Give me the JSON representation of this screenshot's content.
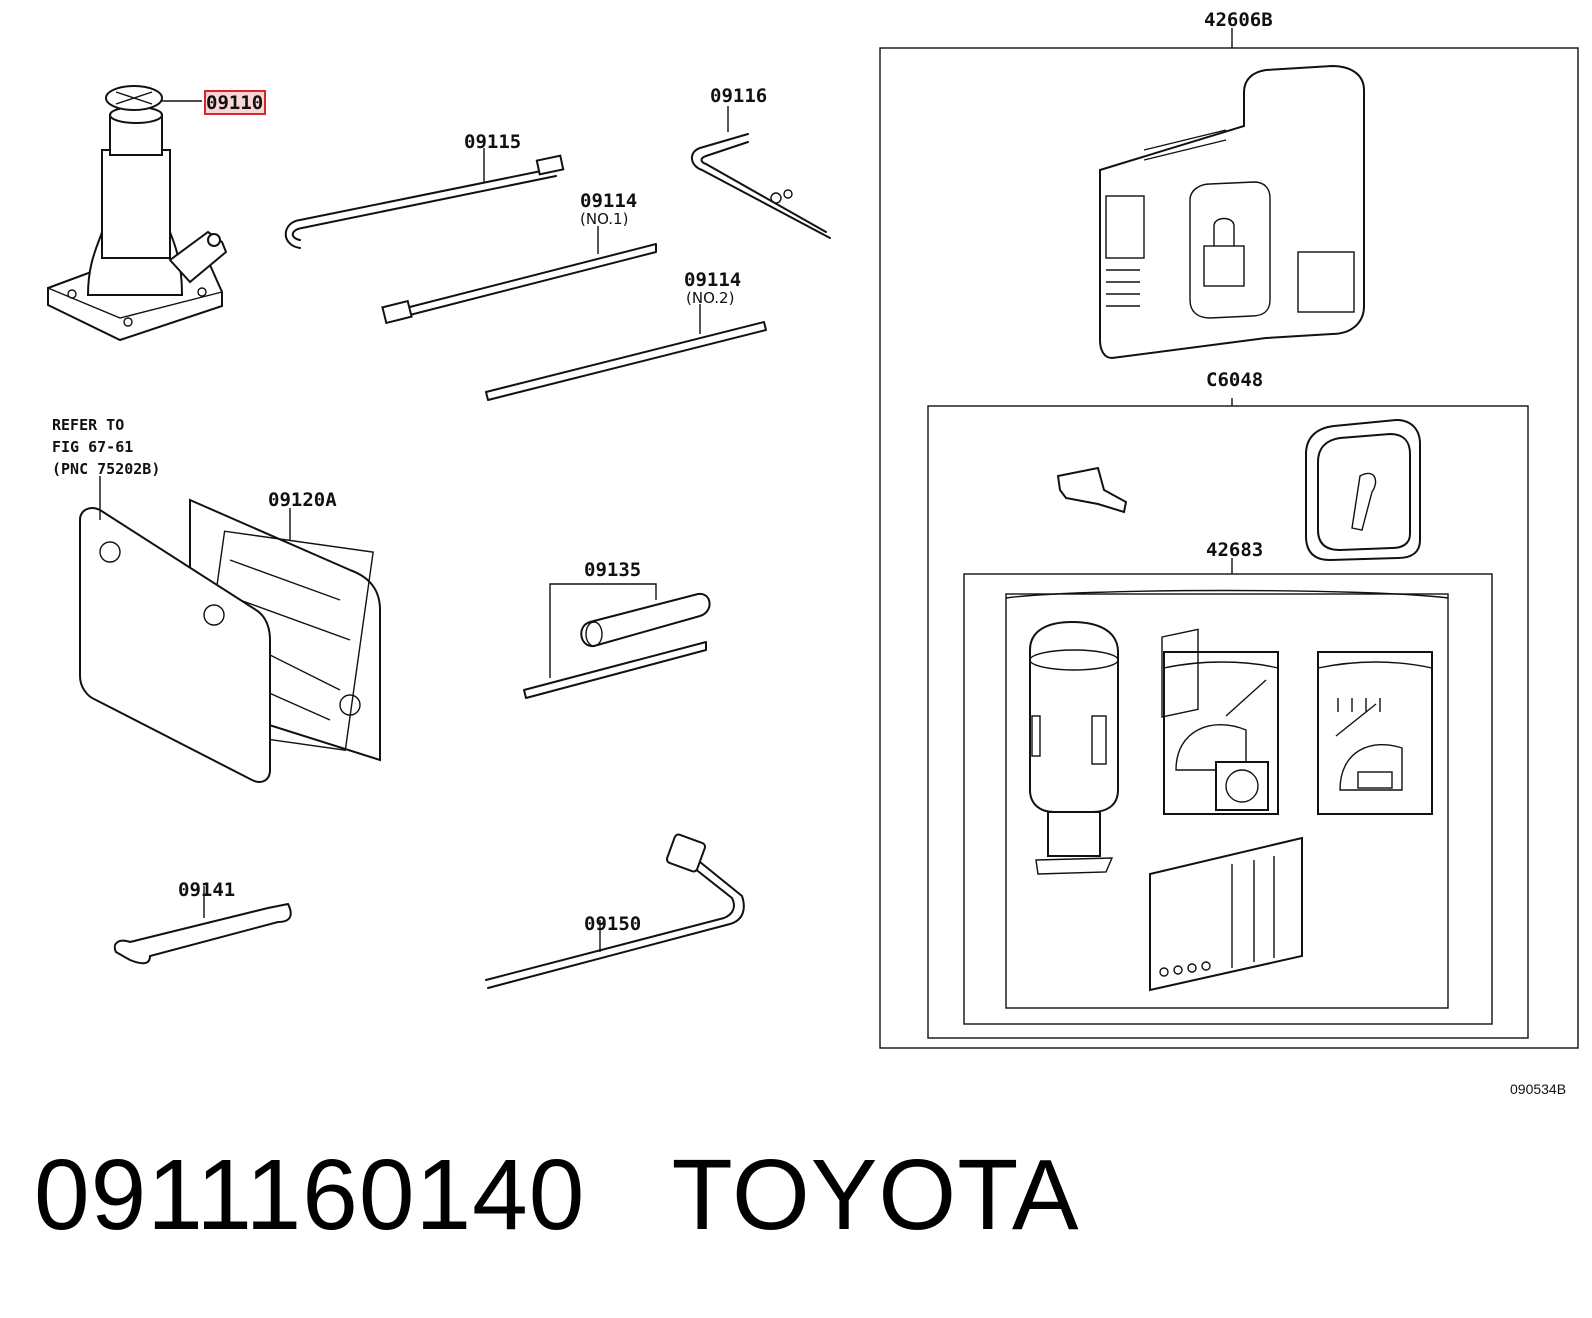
{
  "labels": {
    "jack": "09110",
    "jack_handle": "09115",
    "handle_no1": "09114",
    "handle_no1_sub": "(NO.1)",
    "handle_no2": "09114",
    "handle_no2_sub": "(NO.2)",
    "handle_hook": "09116",
    "tool_bag": "09120A",
    "screwdriver": "09135",
    "wrench": "09141",
    "wheel_wrench": "09150",
    "repair_kit": "42606B",
    "kit_sub": "C6048",
    "kit_inner": "42683"
  },
  "refer_note": [
    "REFER TO",
    "FIG 67-61",
    "(PNC 75202B)"
  ],
  "figure_code": "090534B",
  "caption": {
    "part_number": "0911160140",
    "brand": "TOYOTA"
  },
  "colors": {
    "highlight_stroke": "#d9262b",
    "highlight_fill": "#f6d6d6",
    "line": "#111111"
  }
}
